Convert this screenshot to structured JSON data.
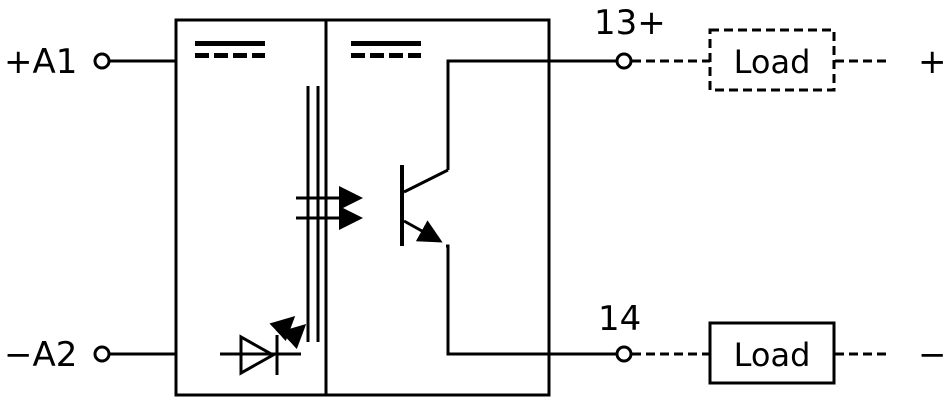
{
  "terminals": {
    "a1": "+A1",
    "a2": "−A2",
    "t13": "13+",
    "t14": "14"
  },
  "loads": {
    "upper": "Load",
    "lower": "Load"
  },
  "supply": {
    "plus": "+",
    "minus": "−"
  },
  "colors": {
    "line": "#000000",
    "background": "#ffffff"
  }
}
